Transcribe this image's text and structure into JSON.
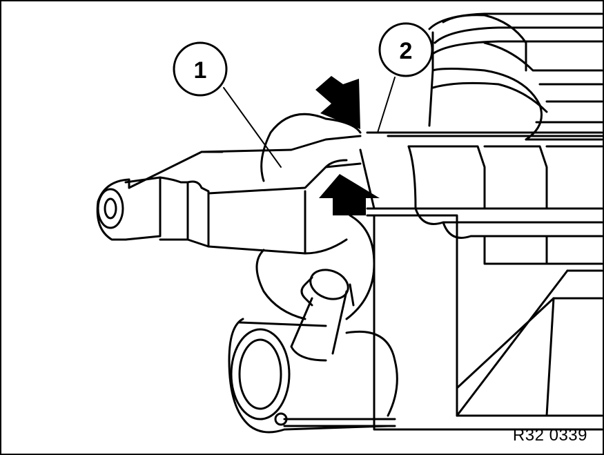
{
  "diagram": {
    "reference_code": "R32 0339",
    "callouts": [
      {
        "label": "1"
      },
      {
        "label": "2"
      }
    ]
  }
}
